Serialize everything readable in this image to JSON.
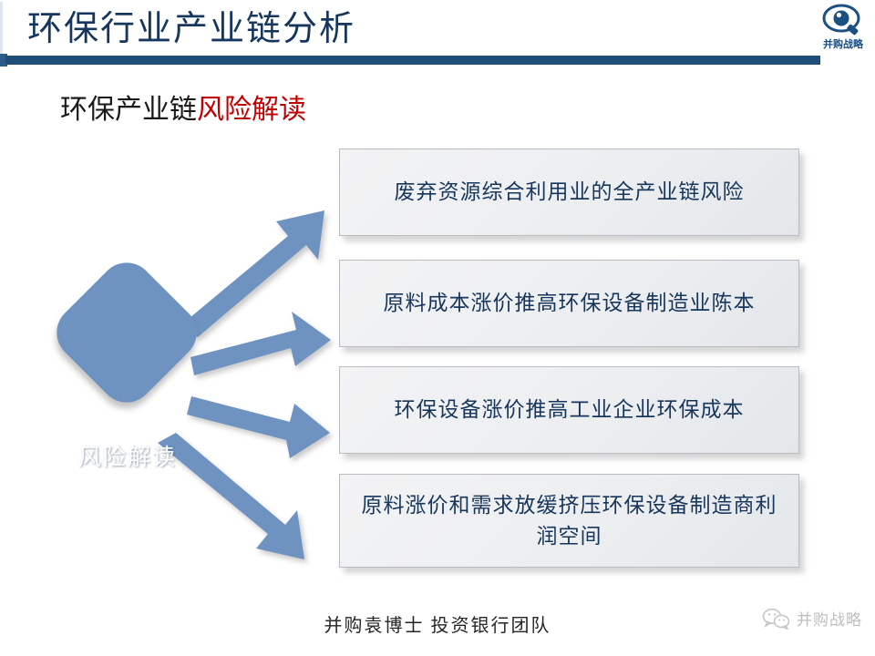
{
  "slide": {
    "title": "环保行业产业链分析",
    "accent_color": "#1F4E79",
    "title_color": "#17365D"
  },
  "logo": {
    "icon": "eye-magnifier-icon",
    "text": "并购战略",
    "color": "#1C4F82"
  },
  "subheading": {
    "part_dark": "环保产业链",
    "part_red": "风险解读",
    "dark_color": "#1A1A1A",
    "red_color": "#C00000"
  },
  "diagram": {
    "hub": {
      "label": "风险解读",
      "fill_color": "#6E93C0",
      "text_color": "#FFFFFF"
    },
    "arrow_color": "#6E93C0",
    "boxes": [
      {
        "text": "废弃资源综合利用业的全产业链风险"
      },
      {
        "text": "原料成本涨价推高环保设备制造业陈本"
      },
      {
        "text": "环保设备涨价推高工业企业环保成本"
      },
      {
        "text": "原料涨价和需求放缓挤压环保设备制造商利润空间"
      }
    ]
  },
  "footer": {
    "note": "并购袁博士 投资银行团队",
    "watermark_icon": "wechat-icon",
    "watermark_text": "并购战略"
  }
}
